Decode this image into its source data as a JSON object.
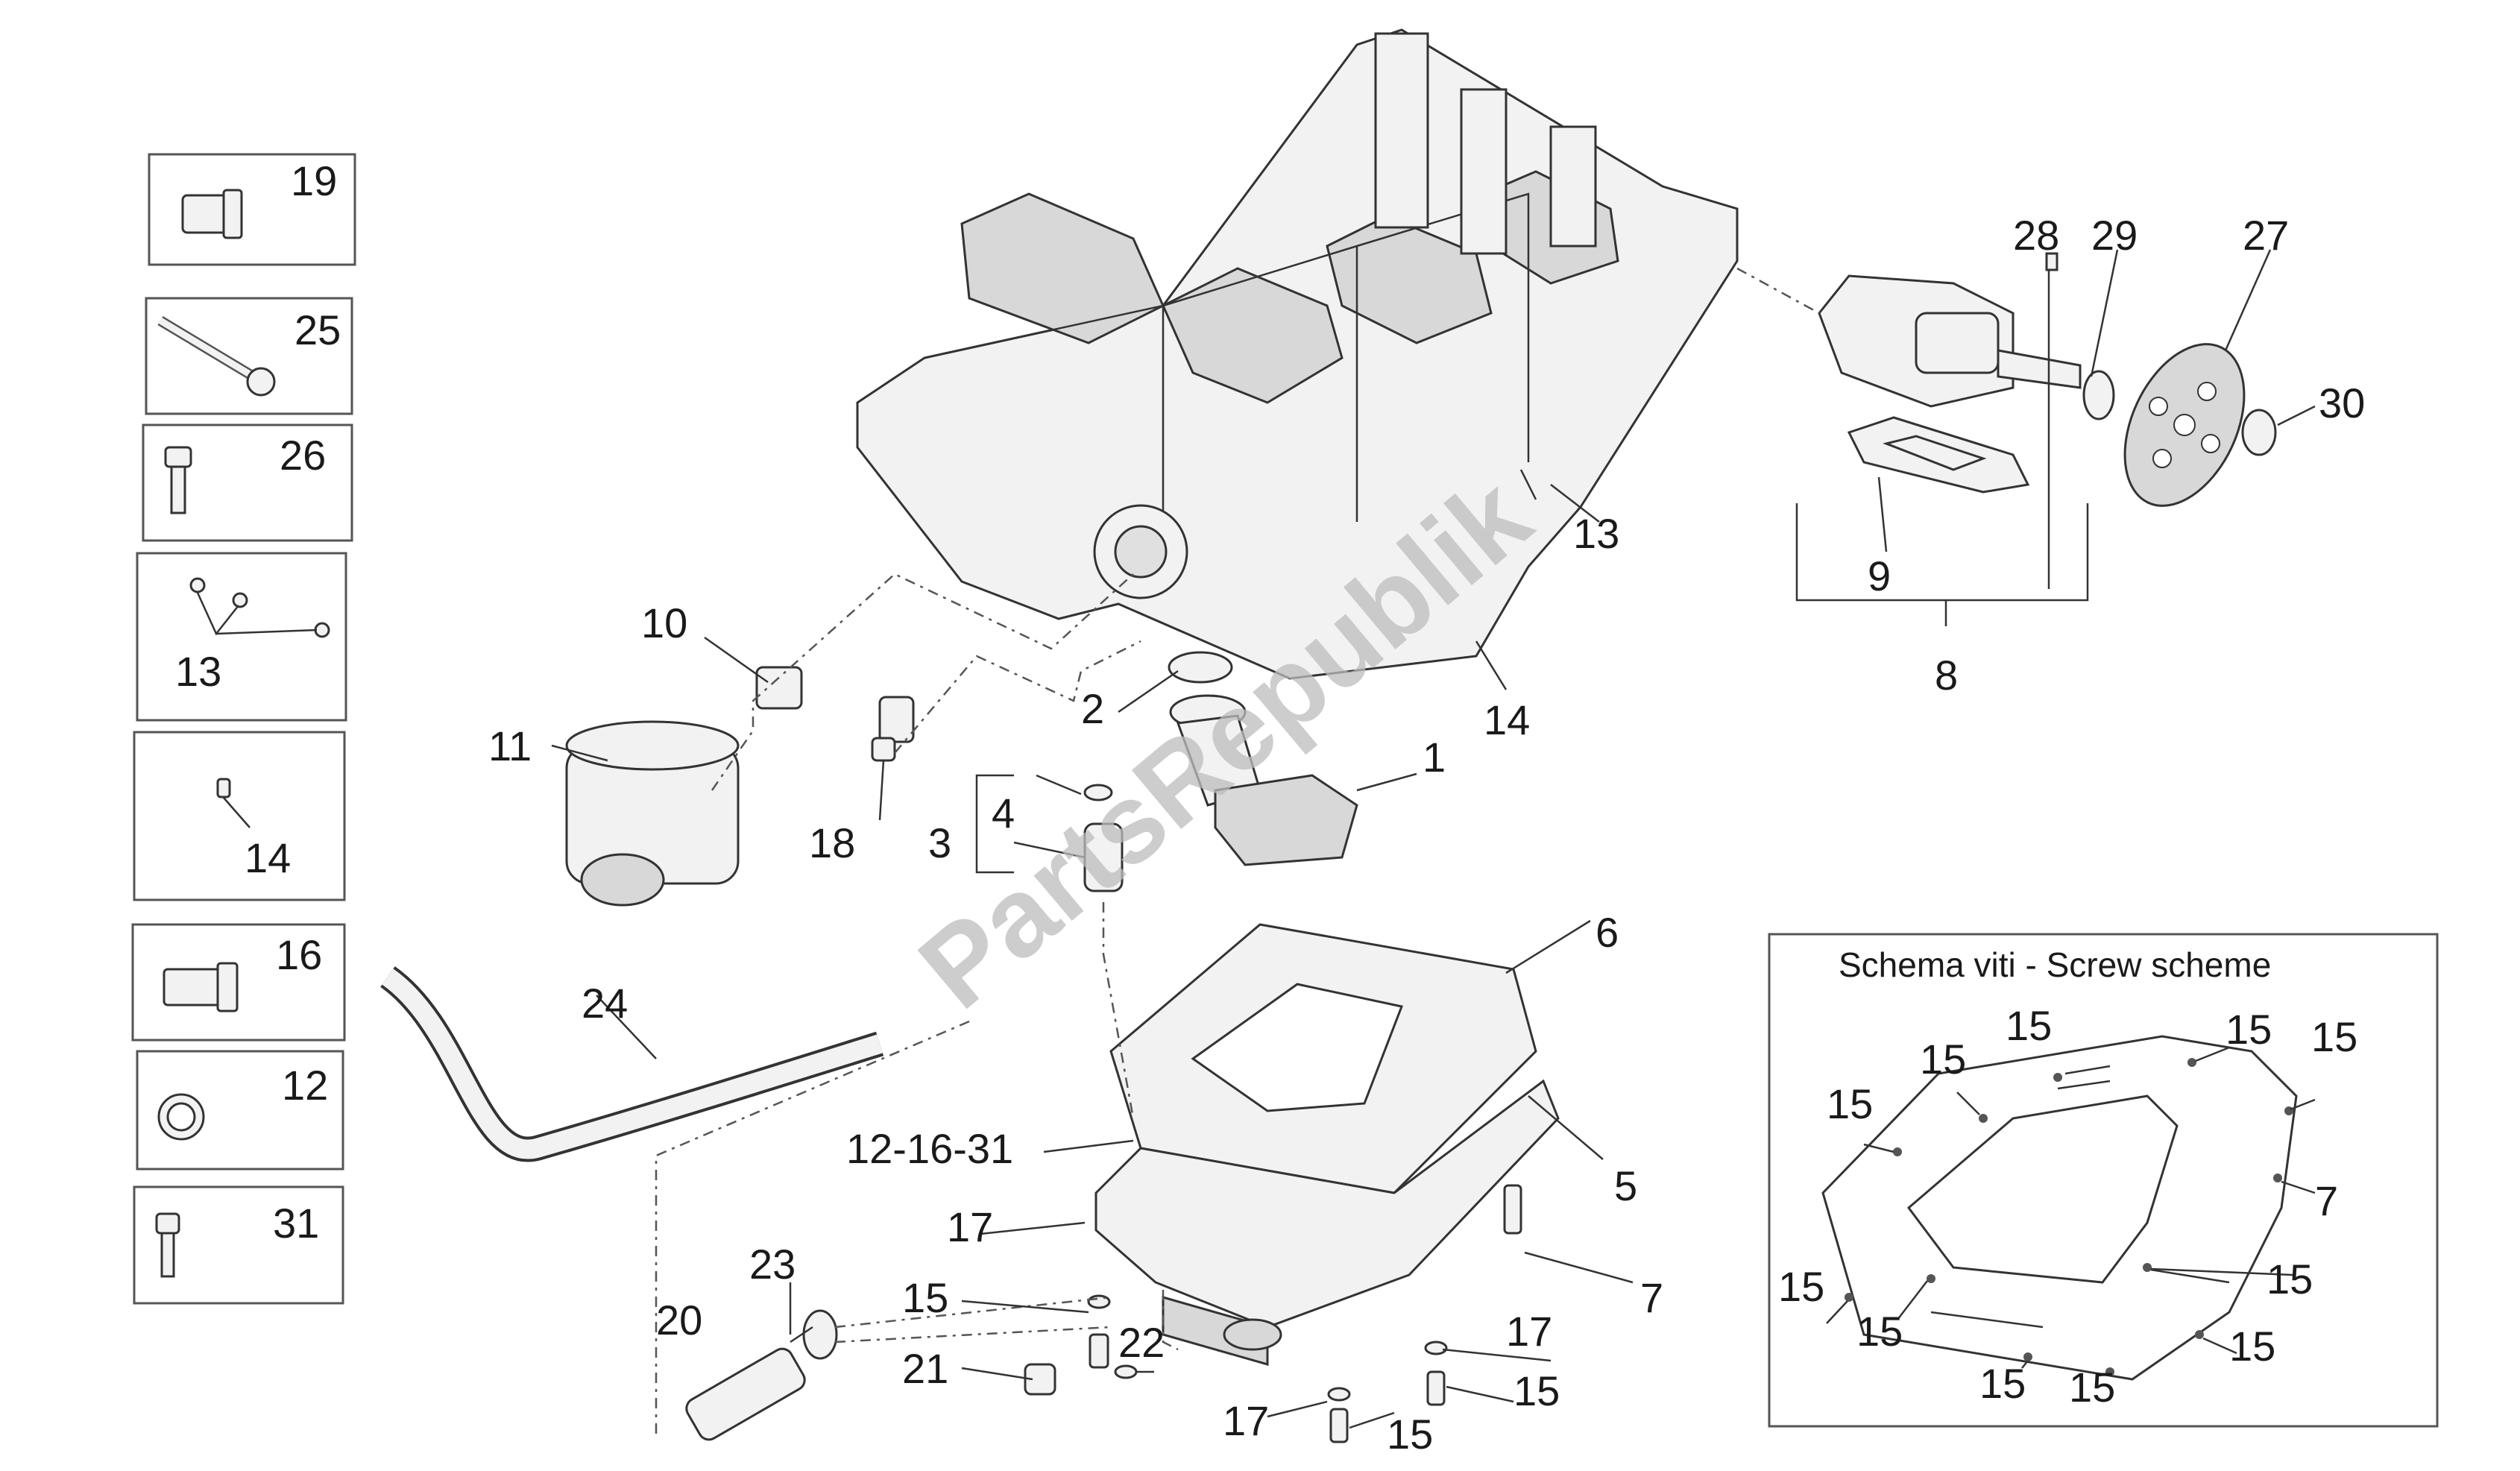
{
  "watermark": "PartsRepublik",
  "scheme": {
    "title": "Schema viti - Screw scheme"
  },
  "side_boxes": [
    {
      "label": "19"
    },
    {
      "label": "25"
    },
    {
      "label": "26"
    },
    {
      "label": "13"
    },
    {
      "label": "14"
    },
    {
      "label": "16"
    },
    {
      "label": "12"
    },
    {
      "label": "31"
    }
  ],
  "callouts": {
    "c1": "1",
    "c2": "2",
    "c3": "3",
    "c4": "4",
    "c5": "5",
    "c6": "6",
    "c7": "7",
    "c8": "8",
    "c9": "9",
    "c10": "10",
    "c11": "11",
    "c12_16_31": "12-16-31",
    "c13": "13",
    "c14": "14",
    "c15": "15",
    "c17": "17",
    "c18": "18",
    "c20": "20",
    "c21": "21",
    "c22": "22",
    "c23": "23",
    "c24": "24",
    "c27": "27",
    "c28": "28",
    "c29": "29",
    "c30": "30"
  }
}
